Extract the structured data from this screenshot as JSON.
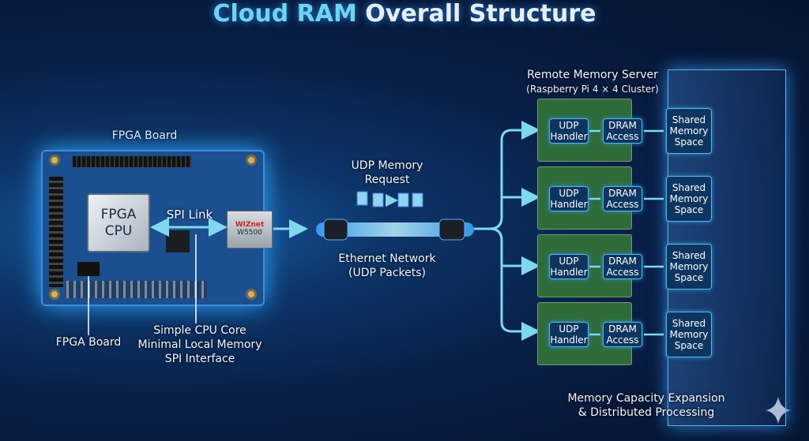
{
  "title": {
    "accent": "Cloud RAM",
    "rest": " Overall Structure"
  },
  "fpga": {
    "top_label": "FPGA Board",
    "cpu_line1": "FPGA",
    "cpu_line2": "CPU",
    "spi_link": "SPI Link",
    "eth_chip_brand": "WIZnet",
    "eth_chip_model": "W5500",
    "callout_board": "FPGA Board",
    "callout_core": [
      "Simple CPU Core",
      "Minimal Local Memory",
      "SPI Interface"
    ]
  },
  "network": {
    "request": [
      "UDP Memory",
      "Request"
    ],
    "ethernet": [
      "Ethernet Network",
      "(UDP Packets)"
    ]
  },
  "server": {
    "title": "Remote Memory Server",
    "subtitle": "(Raspberry Pi 4 × 4 Cluster)",
    "nodes": [
      {
        "udp": "UDP Handler",
        "dram": "DRAM Access",
        "shared": "Shared Memory Space"
      },
      {
        "udp": "UDP Handler",
        "dram": "DRAM Access",
        "shared": "Shared Memory Space"
      },
      {
        "udp": "UDP Handler",
        "dram": "DRAM Access",
        "shared": "Shared Memory Space"
      },
      {
        "udp": "UDP Handler",
        "dram": "DRAM Access",
        "shared": "Shared Memory Space"
      }
    ]
  },
  "footer": [
    "Memory Capacity Expansion",
    "& Distributed Processing"
  ],
  "colors": {
    "accent": "#6fd3f2",
    "arrow": "#7fd8f0",
    "background": "#081e45"
  },
  "icons": [
    "document-packet-icon",
    "sparkle-icon"
  ]
}
